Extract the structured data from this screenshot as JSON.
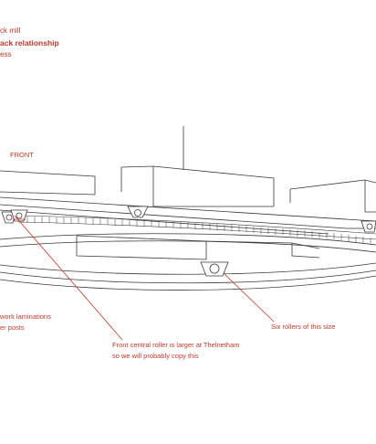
{
  "header": {
    "line1": "ck mill",
    "line2": "ack relationship",
    "line3": "ess"
  },
  "labels": {
    "front": "FRONT",
    "laminations_line1": "work laminations",
    "laminations_line2": "er posts",
    "rollers": "Six rollers of this size",
    "central_line1": "Front central roller is larger at Thelnetham",
    "central_line2": "so we will probably copy this"
  },
  "colors": {
    "annotation": "#c0392b",
    "linework": "#3a3a3a"
  }
}
